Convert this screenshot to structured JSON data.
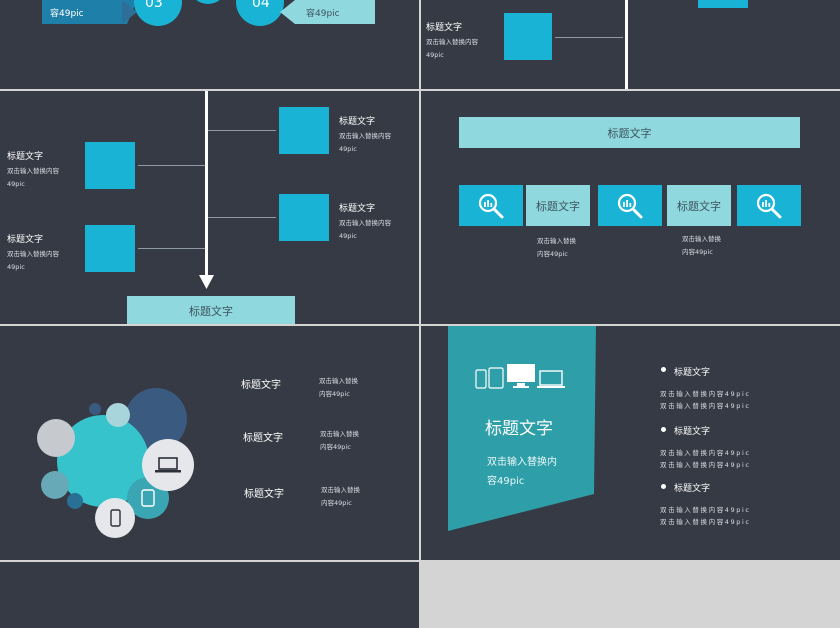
{
  "slide1": {
    "arrow_left_text": "容49pic",
    "circle_a": "03",
    "circle_b": "04",
    "arrow_right_text": "容49pic"
  },
  "slide2": {
    "title": "标题文字",
    "desc": "双击输入替换内容",
    "desc2": "49pic"
  },
  "slide3": {
    "left_items": [
      {
        "title": "标题文字",
        "desc": "双击输入替换内容",
        "desc2": "49pic"
      },
      {
        "title": "标题文字",
        "desc": "双击输入替换内容",
        "desc2": "49pic"
      }
    ],
    "right_items": [
      {
        "title": "标题文字",
        "desc": "双击输入替换内容",
        "desc2": "49pic"
      },
      {
        "title": "标题文字",
        "desc": "双击输入替换内容",
        "desc2": "49pic"
      }
    ],
    "bottom_label": "标题文字"
  },
  "slide4": {
    "header_label": "标题文字",
    "labels": [
      "标题文字",
      "标题文字"
    ],
    "captions": [
      {
        "line1": "双击输入替换",
        "line2": "内容49pic"
      },
      {
        "line1": "双击输入替换",
        "line2": "内容49pic"
      }
    ]
  },
  "slide5": {
    "items": [
      {
        "title": "标题文字",
        "line1": "双击输入替换",
        "line2": "内容49pic"
      },
      {
        "title": "标题文字",
        "line1": "双击输入替换",
        "line2": "内容49pic"
      },
      {
        "title": "标题文字",
        "line1": "双击输入替换",
        "line2": "内容49pic"
      }
    ]
  },
  "slide6": {
    "banner_title": "标题文字",
    "banner_desc1": "双击输入替换内",
    "banner_desc2": "容49pic",
    "bullets": [
      {
        "title": "标题文字",
        "line1": "双击输入替换内容49pic",
        "line2": "双击输入替换内容49pic"
      },
      {
        "title": "标题文字",
        "line1": "双击输入替换内容49pic",
        "line2": "双击输入替换内容49pic"
      },
      {
        "title": "标题文字",
        "line1": "双击输入替换内容49pic",
        "line2": "双击输入替换内容49pic"
      }
    ]
  },
  "colors": {
    "slide_bg": "#363a44",
    "accent": "#19b3d6",
    "light_accent": "#8fd8dd",
    "teal": "#2e9fa8",
    "page_bg": "#d4d4d4"
  }
}
